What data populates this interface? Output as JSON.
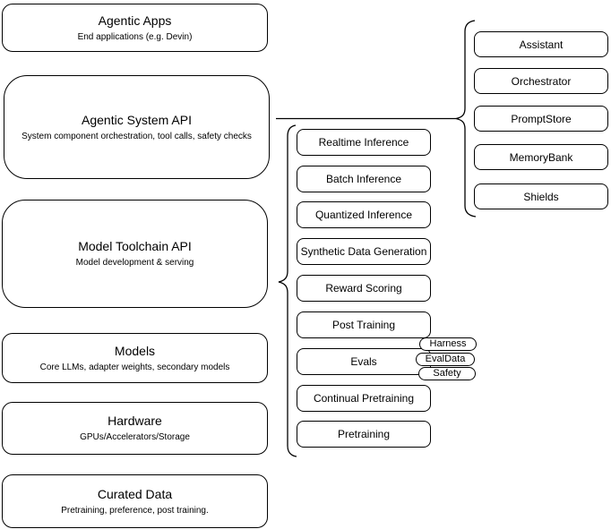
{
  "diagram": {
    "left_column": [
      {
        "title": "Agentic Apps",
        "subtitle": "End applications (e.g. Devin)"
      },
      {
        "title": "Agentic System API",
        "subtitle": "System component orchestration, tool calls, safety checks"
      },
      {
        "title": "Model Toolchain API",
        "subtitle": "Model development & serving"
      },
      {
        "title": "Models",
        "subtitle": "Core LLMs, adapter weights, secondary models"
      },
      {
        "title": "Hardware",
        "subtitle": "GPUs/Accelerators/Storage"
      },
      {
        "title": "Curated Data",
        "subtitle": "Pretraining, preference, post training."
      }
    ],
    "middle_column": {
      "items": [
        "Realtime Inference",
        "Batch Inference",
        "Quantized Inference",
        "Synthetic Data Generation",
        "Reward Scoring",
        "Post Training",
        "Evals",
        "Continual Pretraining",
        "Pretraining"
      ]
    },
    "eval_pills": [
      "Harness",
      "EvalData",
      "Safety"
    ],
    "right_column": [
      "Assistant",
      "Orchestrator",
      "PromptStore",
      "MemoryBank",
      "Shields"
    ],
    "colors": {
      "stroke": "#000000",
      "fill": "#ffffff",
      "text": "#000000"
    }
  }
}
